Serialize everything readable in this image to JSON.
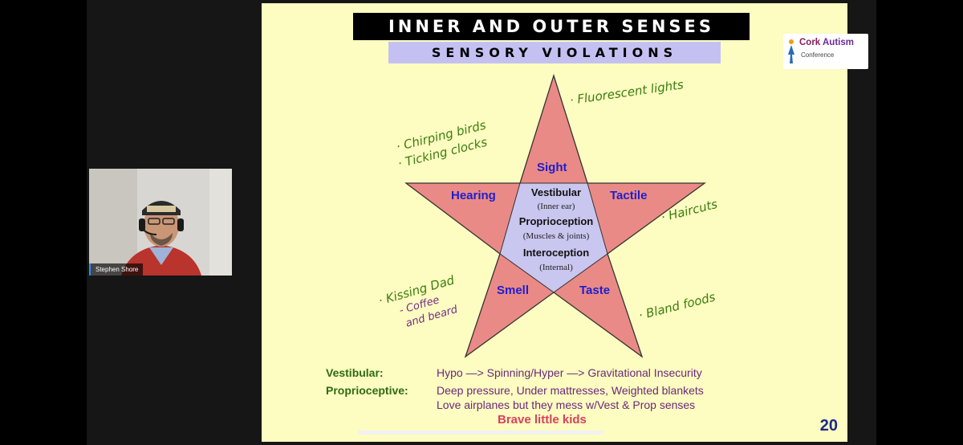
{
  "participant": {
    "name": "Stephen Shore"
  },
  "slide": {
    "title": "INNER AND OUTER SENSES",
    "subtitle": "SENSORY VIOLATIONS",
    "logo": {
      "title_a": "Cork ",
      "title_b": "Autism",
      "subtitle": "Conference"
    },
    "star": {
      "sight": "Sight",
      "hearing": "Hearing",
      "tactile": "Tactile",
      "smell": "Smell",
      "taste": "Taste",
      "vestibular": "Vestibular",
      "vestibular_note": "(Inner ear)",
      "proprioception": "Proprioception",
      "proprioception_note": "(Muscles & joints)",
      "interoception": "Interoception",
      "interoception_note": "(Internal)"
    },
    "annotations": {
      "fluorescent": "· Fluorescent lights",
      "chirping": "· Chirping birds",
      "ticking": "· Ticking clocks",
      "haircuts": "· Haircuts",
      "kissing": "· Kissing Dad",
      "coffee": "- Coffee",
      "beard": "and beard",
      "bland": "· Bland foods"
    },
    "bottom": {
      "vestibular_key": "Vestibular:",
      "vestibular_val": "Hypo —> Spinning/Hyper —> Gravitational Insecurity",
      "proprio_key": "Proprioceptive:",
      "proprio_val1": "Deep pressure, Under mattresses, Weighted blankets",
      "proprio_val2": "Love airplanes but they mess w/Vest & Prop senses",
      "brave": "Brave little kids"
    },
    "page_number": "20"
  },
  "colors": {
    "slide_bg": "#fdfcc1",
    "star_fill": "#ea8a86",
    "pentagon_fill": "#c9c6ef",
    "label_blue": "#1e1ecc",
    "green_text": "#3b7d10",
    "purple_text": "#6f2d86"
  }
}
